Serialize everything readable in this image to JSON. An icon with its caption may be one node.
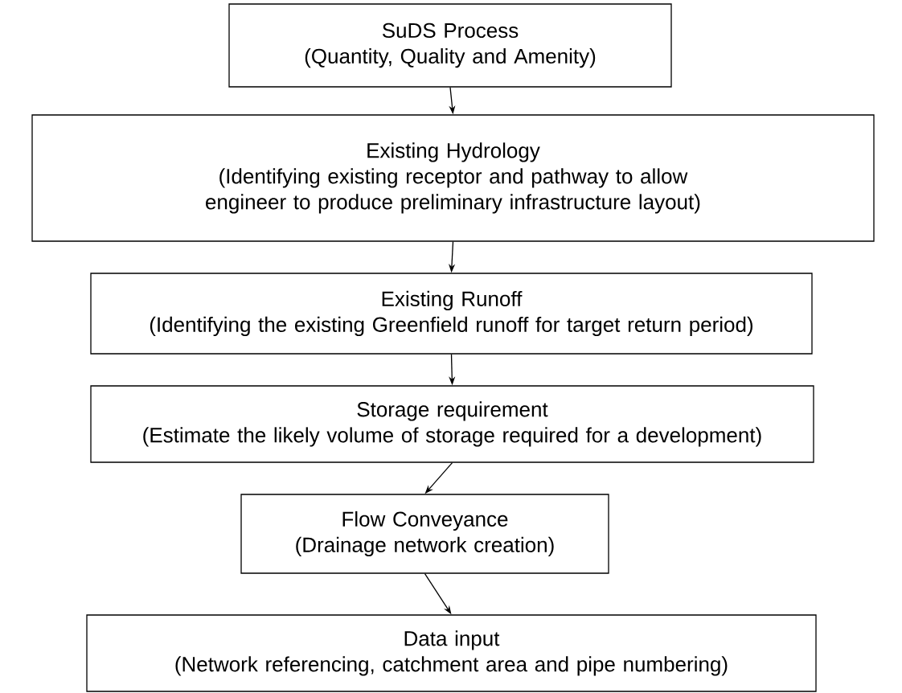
{
  "diagram": {
    "nodes": [
      {
        "text": [
          "SuDS Process",
          "(Quantity, Quality and Amenity)"
        ]
      },
      {
        "text": [
          "Existing Hydrology",
          "(Identifying existing receptor and pathway to allow engineer to produce preliminary infrastructure layout)"
        ]
      },
      {
        "text": [
          "Existing Runoff",
          "(Identifying the existing Greenfield runoff for target return period)"
        ]
      },
      {
        "text": [
          "Storage requirement",
          "(Estimate the likely volume of storage required for a development)"
        ]
      },
      {
        "text": [
          "Flow Conveyance",
          "(Drainage network creation)"
        ]
      },
      {
        "text": [
          "Data input",
          "(Network referencing, catchment area and pipe numbering)"
        ]
      }
    ],
    "edges": [
      {
        "from": 0,
        "to": 1,
        "arrow": "to"
      },
      {
        "from": 1,
        "to": 2,
        "arrow": "to"
      },
      {
        "from": 2,
        "to": 3,
        "arrow": "to"
      },
      {
        "from": 3,
        "to": 4,
        "arrow": "to"
      },
      {
        "from": 4,
        "to": 5,
        "arrow": "to"
      }
    ]
  }
}
